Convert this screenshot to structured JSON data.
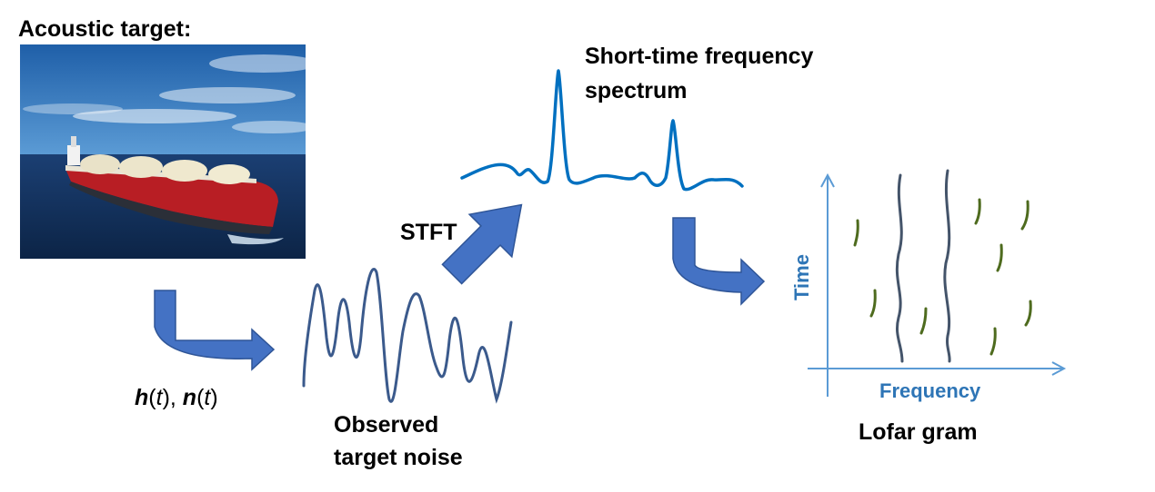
{
  "labels": {
    "acoustic_target": "Acoustic target:",
    "stft": "STFT",
    "spectrum_line1": "Short-time frequency",
    "spectrum_line2": "spectrum",
    "observed_line1": "Observed",
    "observed_line2": "target noise",
    "lofar_gram": "Lofar gram",
    "axis_time": "Time",
    "axis_frequency": "Frequency",
    "transfer_h": "h",
    "transfer_n": "n",
    "transfer_t": "t"
  },
  "colors": {
    "arrow_fill": "#4472C4",
    "arrow_stroke": "#2F5597",
    "waveform": "#3B5A8C",
    "spectrum": "#0070C0",
    "axis": "#5B9BD5",
    "axis_label": "#2E75B6",
    "lofar_track": "#44546A",
    "lofar_mark": "#4E6B1E"
  },
  "image": {
    "subject": "LNG tanker ship at sea"
  }
}
